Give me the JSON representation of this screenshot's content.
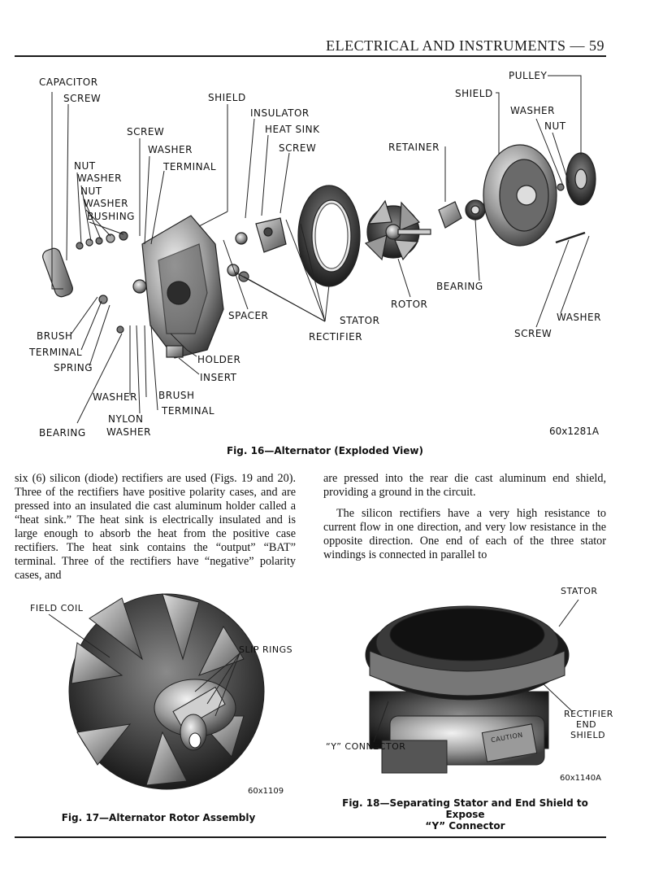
{
  "header": {
    "section_title": "ELECTRICAL AND INSTRUMENTS",
    "page_number": "— 59"
  },
  "fig16": {
    "caption": "Fig. 16—Alternator (Exploded View)",
    "code": "60x1281A",
    "labels": {
      "capacitor": "CAPACITOR",
      "screw_top_left": "SCREW",
      "shield_left": "SHIELD",
      "insulator": "INSULATOR",
      "heat_sink": "HEAT SINK",
      "screw_heatsink": "SCREW",
      "screw_mid": "SCREW",
      "washer_mid": "WASHER",
      "terminal_top": "TERMINAL",
      "nut_1": "NUT",
      "washer_1": "WASHER",
      "nut_2": "NUT",
      "washer_2": "WASHER",
      "bushing": "BUSHING",
      "retainer": "RETAINER",
      "shield_right": "SHIELD",
      "pulley": "PULLEY",
      "washer_pulley": "WASHER",
      "nut_pulley": "NUT",
      "bearing_mid": "BEARING",
      "rotor": "ROTOR",
      "stator": "STATOR",
      "rectifier": "RECTIFIER",
      "spacer": "SPACER",
      "washer_right": "WASHER",
      "screw_right": "SCREW",
      "brush_left": "BRUSH",
      "terminal_left": "TERMINAL",
      "spring": "SPRING",
      "holder": "HOLDER",
      "insert": "INSERT",
      "washer_bottom": "WASHER",
      "brush_bottom": "BRUSH",
      "terminal_bottom": "TERMINAL",
      "nylon": "NYLON",
      "washer_nylon": "WASHER",
      "bearing_bottom": "BEARING"
    }
  },
  "body": {
    "left_paragraph": "six (6) silicon (diode) rectifiers are used (Figs. 19 and 20). Three of the rectifiers have positive polarity cases, and are pressed into an insulated die cast aluminum holder called a “heat sink.” The heat sink is electrically insulated and is large enough to absorb the heat from the positive case rectifiers. The heat sink contains the “output” “BAT” terminal. Three of the rectifiers have “negative” polarity cases, and",
    "right_paragraph_1": "are pressed into the rear die cast aluminum end shield, providing a ground in the circuit.",
    "right_paragraph_2": "The silicon rectifiers have a very high resistance to current flow in one direction, and very low resistance in the opposite direction. One end of each of the three stator windings is connected in parallel to"
  },
  "fig17": {
    "caption": "Fig. 17—Alternator Rotor Assembly",
    "code": "60x1109",
    "labels": {
      "field_coil": "FIELD COIL",
      "slip_rings": "SLIP RINGS"
    }
  },
  "fig18": {
    "caption_line1": "Fig. 18—Separating Stator and End Shield to Expose",
    "caption_line2": "“Y” Connector",
    "code": "60x1140A",
    "labels": {
      "stator": "STATOR",
      "rectifier": "RECTIFIER",
      "end": "END",
      "shield": "SHIELD",
      "y_connector": "“Y” CONNECTOR",
      "caution": "CAUTION"
    }
  }
}
